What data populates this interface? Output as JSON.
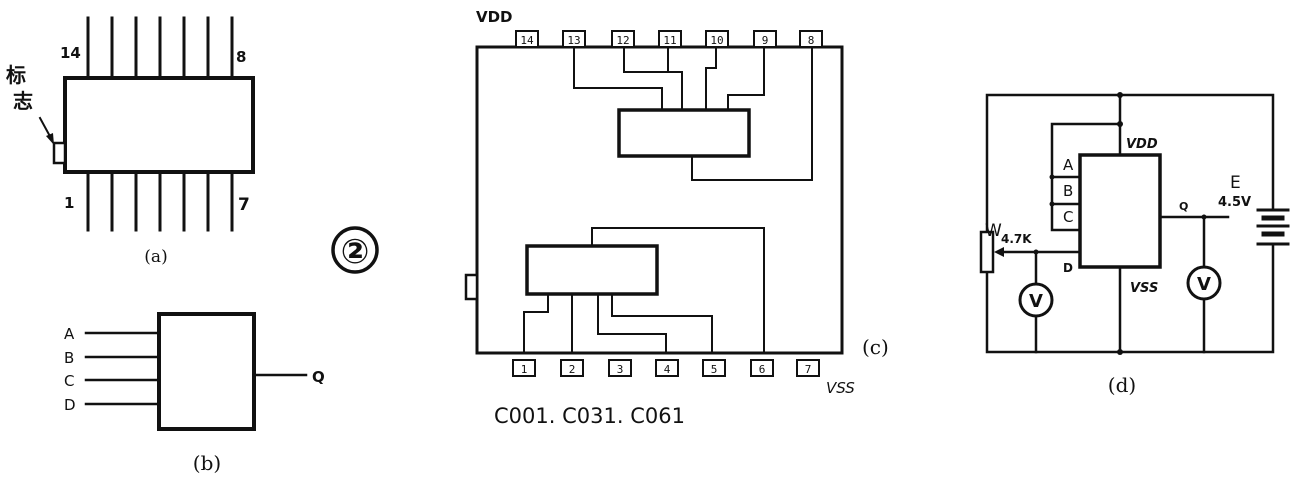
{
  "figure_number": "②",
  "panel_a": {
    "caption": "(a)",
    "pin_top_left": "14",
    "pin_top_right": "8",
    "pin_bottom_left": "1",
    "pin_bottom_right": "7",
    "mark_label_line1": "标",
    "mark_label_line2": "志"
  },
  "panel_b": {
    "caption": "(b)",
    "inputs": [
      "A",
      "B",
      "C",
      "D"
    ],
    "output": "Q"
  },
  "panel_c": {
    "caption": "(c)",
    "vdd_label": "VDD",
    "vss_label": "VSS",
    "top_pins": [
      "14",
      "13",
      "12",
      "11",
      "10",
      "9",
      "8"
    ],
    "bottom_pins": [
      "1",
      "2",
      "3",
      "4",
      "5",
      "6",
      "7"
    ],
    "part_numbers": "C001.  C031.  C061"
  },
  "panel_d": {
    "caption": "(d)",
    "vdd_label": "VDD",
    "vss_label": "VSS",
    "inputs": [
      "A",
      "B",
      "C"
    ],
    "d_label": "D",
    "q_label": "Q",
    "battery_label": "E",
    "battery_voltage": "4.5V",
    "pot_label": "W",
    "pot_value": "4.7K",
    "voltmeter_symbol": "V"
  }
}
